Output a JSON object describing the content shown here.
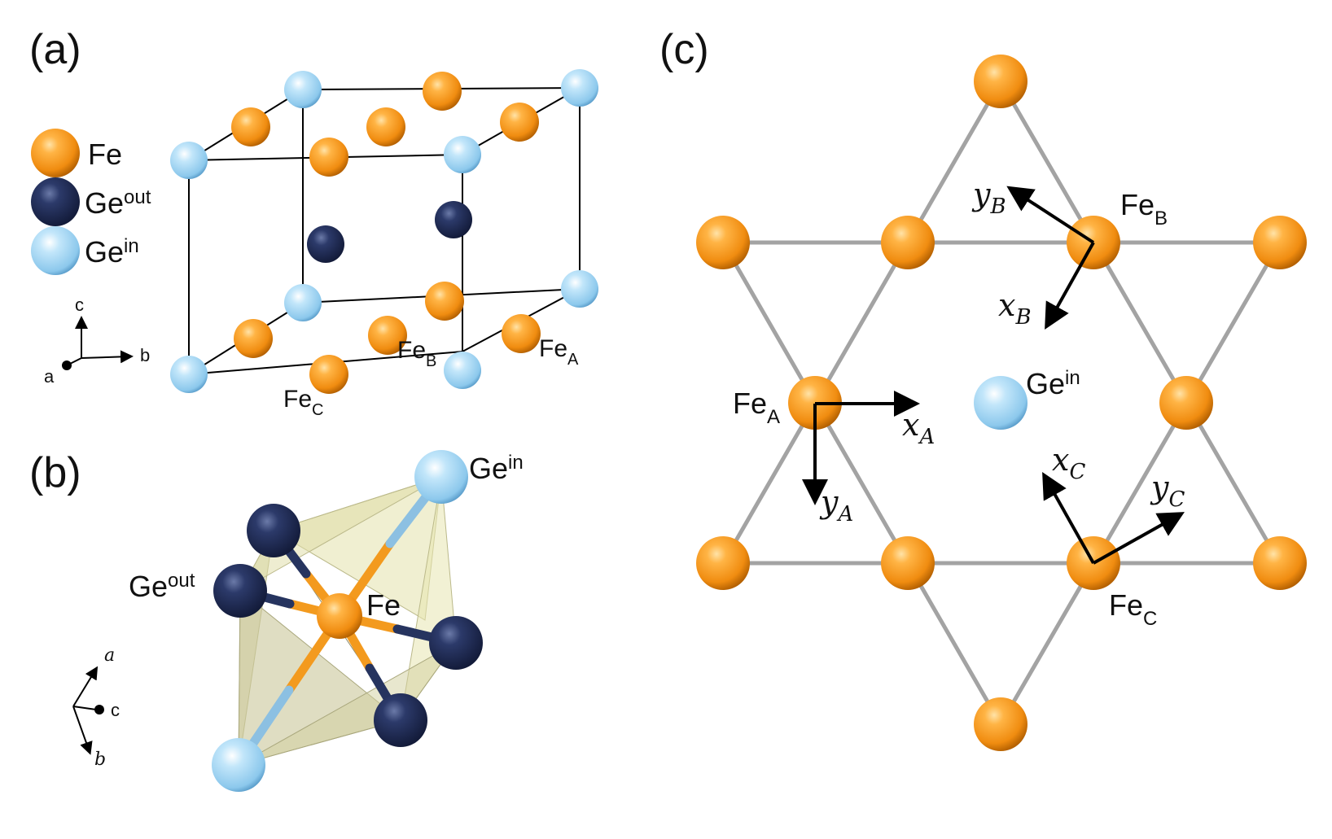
{
  "panels": {
    "a": {
      "label": "(a)",
      "legend": [
        {
          "text": "Fe",
          "sup": ""
        },
        {
          "text": "Ge",
          "sup": "out"
        },
        {
          "text": "Ge",
          "sup": "in"
        }
      ],
      "axes": {
        "a": "a",
        "b": "b",
        "c": "c"
      },
      "site_labels": {
        "fe_a": {
          "base": "Fe",
          "sub": "A"
        },
        "fe_b": {
          "base": "Fe",
          "sub": "B"
        },
        "fe_c": {
          "base": "Fe",
          "sub": "C"
        }
      }
    },
    "b": {
      "label": "(b)",
      "labels": {
        "ge_in": {
          "base": "Ge",
          "sup": "in"
        },
        "ge_out": {
          "base": "Ge",
          "sup": "out"
        },
        "fe": "Fe"
      },
      "axes": {
        "a": "a",
        "b": "b",
        "c": "c"
      }
    },
    "c": {
      "label": "(c)",
      "site_labels": {
        "fe_a": {
          "base": "Fe",
          "sub": "A"
        },
        "fe_b": {
          "base": "Fe",
          "sub": "B"
        },
        "fe_c": {
          "base": "Fe",
          "sub": "C"
        },
        "ge_in": {
          "base": "Ge",
          "sup": "in"
        }
      },
      "local_axes": {
        "xa": {
          "base": "x",
          "sub": "A"
        },
        "ya": {
          "base": "y",
          "sub": "A"
        },
        "xb": {
          "base": "x",
          "sub": "B"
        },
        "yb": {
          "base": "y",
          "sub": "B"
        },
        "xc": {
          "base": "x",
          "sub": "C"
        },
        "yc": {
          "base": "y",
          "sub": "C"
        }
      }
    }
  },
  "colors": {
    "fe": "#f39a1e",
    "ge_out": "#23305c",
    "ge_in": "#9fd3f2",
    "bond": "#9a9a9a",
    "polyhedron": "#d8d6a0"
  }
}
